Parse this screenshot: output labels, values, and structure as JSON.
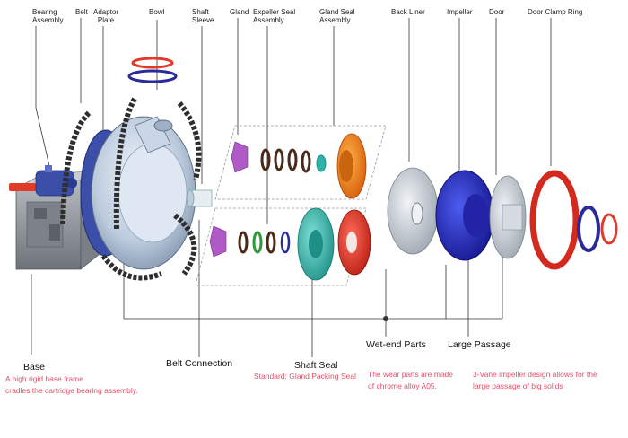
{
  "top_labels": {
    "bearing_assembly": [
      "Bearing",
      "Assembly"
    ],
    "belt": "Belt",
    "adaptor_plate": [
      "Adaptor",
      "Plate"
    ],
    "bowl": "Bowl",
    "shaft_sleeve": [
      "Shaft",
      "Sleeve"
    ],
    "gland": "Gland",
    "expeller_seal_assembly": [
      "Expeller Seal",
      "Assembly"
    ],
    "gland_seal_assembly": [
      "Gland Seal",
      "Assembly"
    ],
    "back_liner": "Back Liner",
    "impeller": "Impeller",
    "door": "Door",
    "door_clamp_ring": "Door Clamp Ring"
  },
  "callouts": {
    "base": {
      "title": "Base",
      "lines": [
        "A high rigid base frame",
        "cradles the cartridge bearing assembly."
      ]
    },
    "belt_connection": {
      "title": "Belt Connection"
    },
    "shaft_seal": {
      "title": "Shaft Seal",
      "lines": [
        "Standard: Gland Packing Seal"
      ]
    },
    "wet_end_parts": {
      "title": "Wet-end Parts",
      "lines": [
        "The wear parts are made",
        "of chrome alloy A05."
      ]
    },
    "large_passage": {
      "title": "Large Passage",
      "lines": [
        "3-Vane impeller design allows for the",
        "large passage of big solids"
      ]
    }
  },
  "colors": {
    "note_text": "#e0506a",
    "frame_gray": "#8a8f96",
    "blue_bearing": "#3b4fa8",
    "casing_light": "#c9d6e6",
    "belt_dark": "#2e2e2e",
    "orange_seal": "#f07a1a",
    "teal_seal": "#2fb3a8",
    "red_part": "#e03a2a",
    "purple_gland": "#b05ac8",
    "impeller_blue": "#2a2ac8",
    "liner_gray": "#c5ccd4"
  }
}
